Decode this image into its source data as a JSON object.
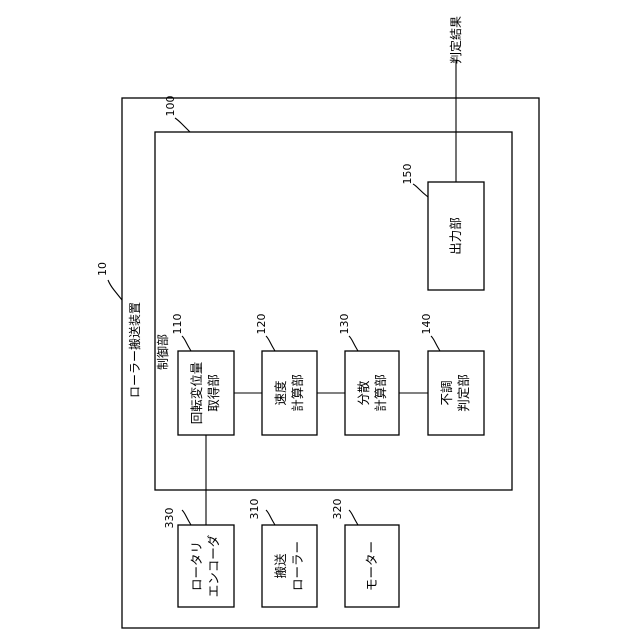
{
  "apparatus": {
    "ref": "10",
    "title": "ローラー搬送装置"
  },
  "controller": {
    "ref": "100",
    "title": "制御部"
  },
  "blocks": [
    {
      "id": "rotation-acquisition",
      "ref": "110",
      "lines": [
        "回転変位量",
        "取得部"
      ]
    },
    {
      "id": "speed-calc",
      "ref": "120",
      "lines": [
        "速度",
        "計算部"
      ]
    },
    {
      "id": "variance-calc",
      "ref": "130",
      "lines": [
        "分散",
        "計算部"
      ]
    },
    {
      "id": "malfunction-judge",
      "ref": "140",
      "lines": [
        "不調",
        "判定部"
      ]
    },
    {
      "id": "output",
      "ref": "150",
      "lines": [
        "出力部"
      ]
    },
    {
      "id": "rotary-encoder",
      "ref": "330",
      "lines": [
        "ロータリ",
        "エンコーダ"
      ]
    },
    {
      "id": "transport-roller",
      "ref": "310",
      "lines": [
        "搬送",
        "ローラー"
      ]
    },
    {
      "id": "motor",
      "ref": "320",
      "lines": [
        "モーター"
      ]
    }
  ],
  "output_signal": {
    "label": "判定結果"
  }
}
